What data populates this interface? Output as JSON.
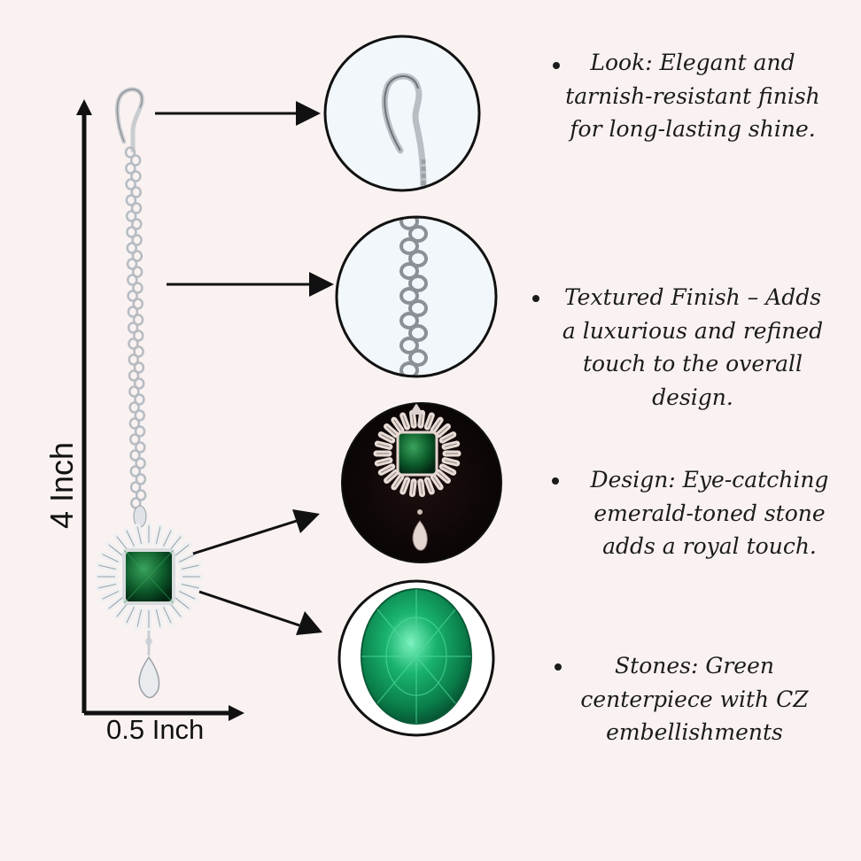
{
  "dimensions": {
    "height_label": "4 Inch",
    "width_label": "0.5 Inch"
  },
  "features": [
    {
      "text": "Look:  Elegant and tarnish-resistant finish for long-lasting shine."
    },
    {
      "text": "Textured Finish – Adds a luxurious and refined touch to the overall design."
    },
    {
      "text": "Design:  Eye-catching emerald-toned stone adds a royal touch."
    },
    {
      "text": "Stones: Green centerpiece with CZ embellishments"
    }
  ],
  "colors": {
    "background": "#f9f2f1",
    "emerald": "#0f9a5c",
    "silver": "#c9ccd0",
    "ink": "#111111"
  }
}
